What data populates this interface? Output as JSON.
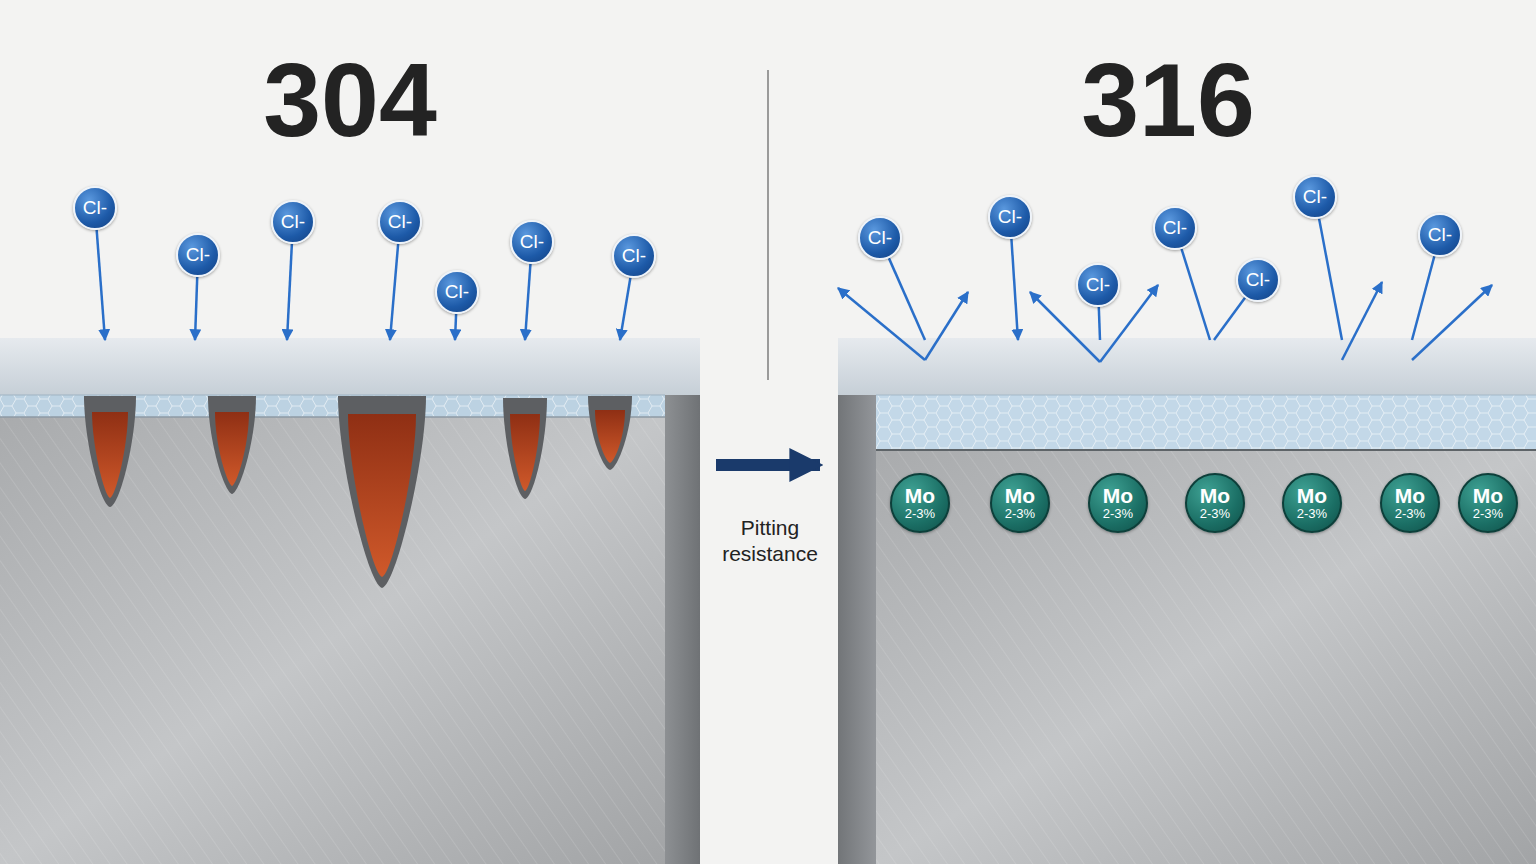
{
  "diagram": {
    "nodes": [
      {
        "text": [
          "304"
        ]
      },
      {
        "text": [
          "Cl-"
        ]
      },
      {
        "text": [
          "Cl-"
        ]
      },
      {
        "text": [
          "Cl-"
        ]
      },
      {
        "text": [
          "Cl-"
        ]
      },
      {
        "text": [
          "Cl-"
        ]
      },
      {
        "text": [
          "Cl-"
        ]
      },
      {
        "text": [
          "Cl-"
        ]
      },
      {
        "text": [
          "316"
        ]
      },
      {
        "text": [
          "Cl-"
        ]
      },
      {
        "text": [
          "Cl-"
        ]
      },
      {
        "text": [
          "Cl-"
        ]
      },
      {
        "text": [
          "Cl-"
        ]
      },
      {
        "text": [
          "Cl-"
        ]
      },
      {
        "text": [
          "Cl-"
        ]
      },
      {
        "text": [
          "Cl-"
        ]
      },
      {
        "text": [
          "Mo",
          "2-3%"
        ],
        "in": 8
      },
      {
        "text": [
          "Mo",
          "2-3%"
        ],
        "in": 8
      },
      {
        "text": [
          "Mo",
          "2-3%"
        ],
        "in": 8
      },
      {
        "text": [
          "Mo",
          "2-3%"
        ],
        "in": 8
      },
      {
        "text": [
          "Mo",
          "2-3%"
        ],
        "in": 8
      },
      {
        "text": [
          "Mo",
          "2-3%"
        ],
        "in": 8
      },
      {
        "text": [
          "Mo",
          "2-3%"
        ],
        "in": 8
      }
    ],
    "edges": [
      {
        "from": 1,
        "to": 0,
        "arrow": "to"
      },
      {
        "from": 2,
        "to": 0,
        "arrow": "to"
      },
      {
        "from": 3,
        "to": 0,
        "arrow": "to"
      },
      {
        "from": 4,
        "to": 0,
        "arrow": "to"
      },
      {
        "from": 5,
        "to": 0,
        "arrow": "to"
      },
      {
        "from": 6,
        "to": 0,
        "arrow": "to"
      },
      {
        "from": 7,
        "to": 0,
        "arrow": "to"
      },
      {
        "from": 9,
        "to": 8,
        "arrow": "none"
      },
      {
        "from": 10,
        "to": 8,
        "arrow": "to"
      },
      {
        "from": 11,
        "to": 8,
        "arrow": "none"
      },
      {
        "from": 12,
        "to": 8,
        "arrow": "none"
      },
      {
        "from": 13,
        "to": 8,
        "arrow": "none"
      },
      {
        "from": 14,
        "to": 8,
        "arrow": "none"
      },
      {
        "from": 15,
        "to": 8,
        "arrow": "none"
      },
      {
        "from": 0,
        "to": 8,
        "label": "Pitting resistance",
        "arrow": "to"
      }
    ]
  }
}
